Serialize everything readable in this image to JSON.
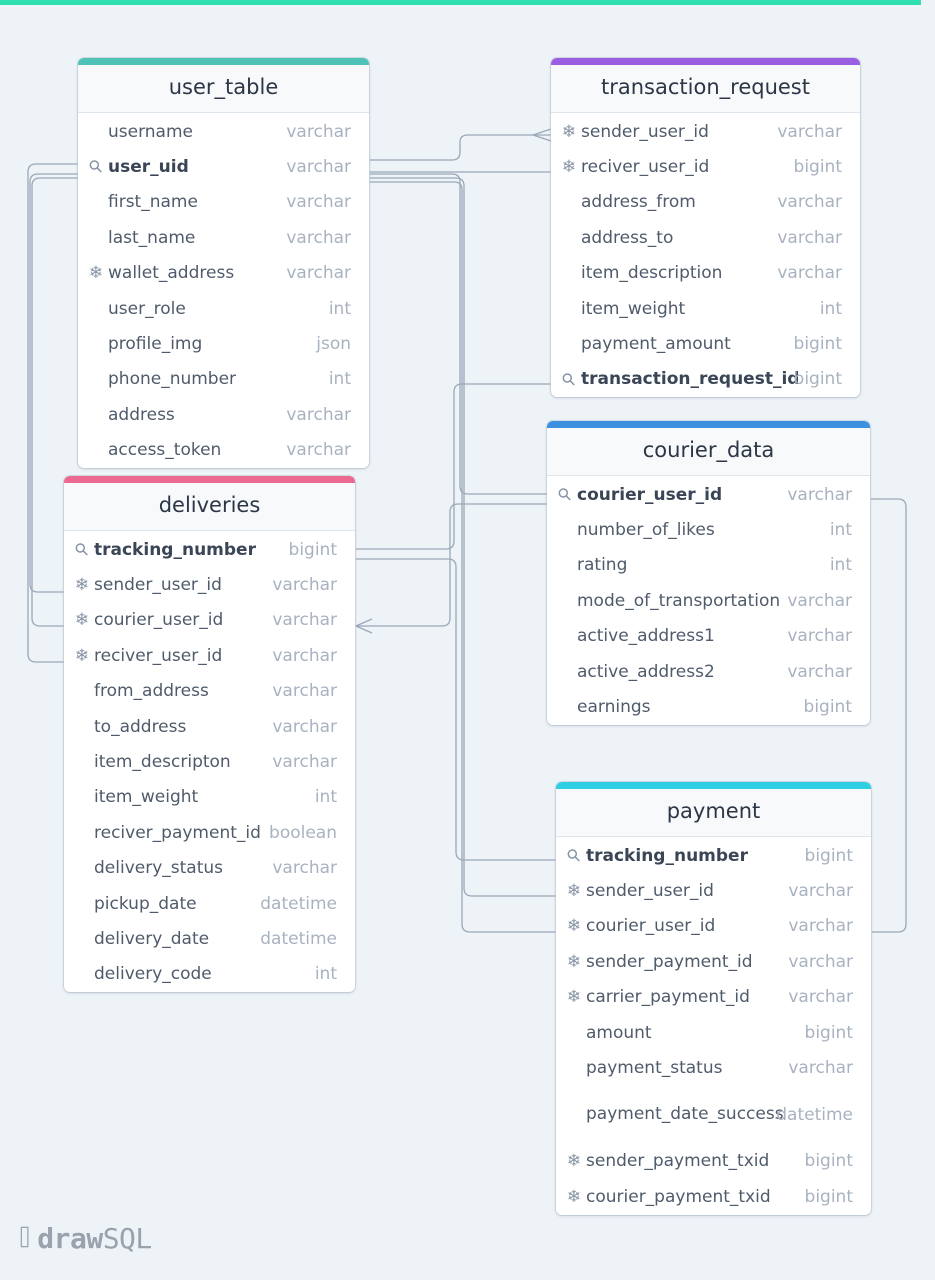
{
  "app": {
    "logo_bold": "draw",
    "logo_light": "SQL"
  },
  "colors": {
    "user_table": "#4fc2b8",
    "transaction_request": "#9a5fe0",
    "deliveries": "#ec6a8f",
    "courier_data": "#3d8fe0",
    "payment": "#2fcfe3",
    "connector": "#9aa9ba",
    "top_bar": "#2ee0b0"
  },
  "tables": {
    "user_table": {
      "name": "user_table",
      "columns": [
        {
          "name": "username",
          "type": "varchar",
          "icon": ""
        },
        {
          "name": "user_uid",
          "type": "varchar",
          "icon": "key-icon",
          "pk": true
        },
        {
          "name": "first_name",
          "type": "varchar",
          "icon": ""
        },
        {
          "name": "last_name",
          "type": "varchar",
          "icon": ""
        },
        {
          "name": "wallet_address",
          "type": "varchar",
          "icon": "snowflake-icon"
        },
        {
          "name": "user_role",
          "type": "int",
          "icon": ""
        },
        {
          "name": "profile_img",
          "type": "json",
          "icon": ""
        },
        {
          "name": "phone_number",
          "type": "int",
          "icon": ""
        },
        {
          "name": "address",
          "type": "varchar",
          "icon": ""
        },
        {
          "name": "access_token",
          "type": "varchar",
          "icon": ""
        }
      ]
    },
    "transaction_request": {
      "name": "transaction_request",
      "columns": [
        {
          "name": "sender_user_id",
          "type": "varchar",
          "icon": "snowflake-icon"
        },
        {
          "name": "reciver_user_id",
          "type": "bigint",
          "icon": "snowflake-icon"
        },
        {
          "name": "address_from",
          "type": "varchar",
          "icon": ""
        },
        {
          "name": "address_to",
          "type": "varchar",
          "icon": ""
        },
        {
          "name": "item_description",
          "type": "varchar",
          "icon": ""
        },
        {
          "name": "item_weight",
          "type": "int",
          "icon": ""
        },
        {
          "name": "payment_amount",
          "type": "bigint",
          "icon": ""
        },
        {
          "name": "transaction_request_id",
          "type": "bigint",
          "icon": "key-icon",
          "pk": true
        }
      ]
    },
    "deliveries": {
      "name": "deliveries",
      "columns": [
        {
          "name": "tracking_number",
          "type": "bigint",
          "icon": "key-icon",
          "pk": true
        },
        {
          "name": "sender_user_id",
          "type": "varchar",
          "icon": "snowflake-icon"
        },
        {
          "name": "courier_user_id",
          "type": "varchar",
          "icon": "snowflake-icon"
        },
        {
          "name": "reciver_user_id",
          "type": "varchar",
          "icon": "snowflake-icon"
        },
        {
          "name": "from_address",
          "type": "varchar",
          "icon": ""
        },
        {
          "name": "to_address",
          "type": "varchar",
          "icon": ""
        },
        {
          "name": "item_descripton",
          "type": "varchar",
          "icon": ""
        },
        {
          "name": "item_weight",
          "type": "int",
          "icon": ""
        },
        {
          "name": "reciver_payment_id",
          "type": "boolean",
          "icon": ""
        },
        {
          "name": "delivery_status",
          "type": "varchar",
          "icon": ""
        },
        {
          "name": "pickup_date",
          "type": "datetime",
          "icon": ""
        },
        {
          "name": "delivery_date",
          "type": "datetime",
          "icon": ""
        },
        {
          "name": "delivery_code",
          "type": "int",
          "icon": ""
        }
      ]
    },
    "courier_data": {
      "name": "courier_data",
      "columns": [
        {
          "name": "courier_user_id",
          "type": "varchar",
          "icon": "key-icon",
          "pk": true
        },
        {
          "name": "number_of_likes",
          "type": "int",
          "icon": ""
        },
        {
          "name": "rating",
          "type": "int",
          "icon": ""
        },
        {
          "name": "mode_of_transportation",
          "type": "varchar",
          "icon": ""
        },
        {
          "name": "active_address1",
          "type": "varchar",
          "icon": ""
        },
        {
          "name": "active_address2",
          "type": "varchar",
          "icon": ""
        },
        {
          "name": "earnings",
          "type": "bigint",
          "icon": ""
        }
      ]
    },
    "payment": {
      "name": "payment",
      "columns": [
        {
          "name": "tracking_number",
          "type": "bigint",
          "icon": "key-icon",
          "pk": true
        },
        {
          "name": "sender_user_id",
          "type": "varchar",
          "icon": "snowflake-icon"
        },
        {
          "name": "courier_user_id",
          "type": "varchar",
          "icon": "snowflake-icon"
        },
        {
          "name": "sender_payment_id",
          "type": "varchar",
          "icon": "snowflake-icon"
        },
        {
          "name": "carrier_payment_id",
          "type": "varchar",
          "icon": "snowflake-icon"
        },
        {
          "name": "amount",
          "type": "bigint",
          "icon": ""
        },
        {
          "name": "payment_status",
          "type": "varchar",
          "icon": ""
        },
        {
          "name": "payment_date_success",
          "type": "datetime",
          "icon": "",
          "tall": true
        },
        {
          "name": "sender_payment_txid",
          "type": "bigint",
          "icon": "snowflake-icon"
        },
        {
          "name": "courier_payment_txid",
          "type": "bigint",
          "icon": "snowflake-icon"
        }
      ]
    }
  }
}
